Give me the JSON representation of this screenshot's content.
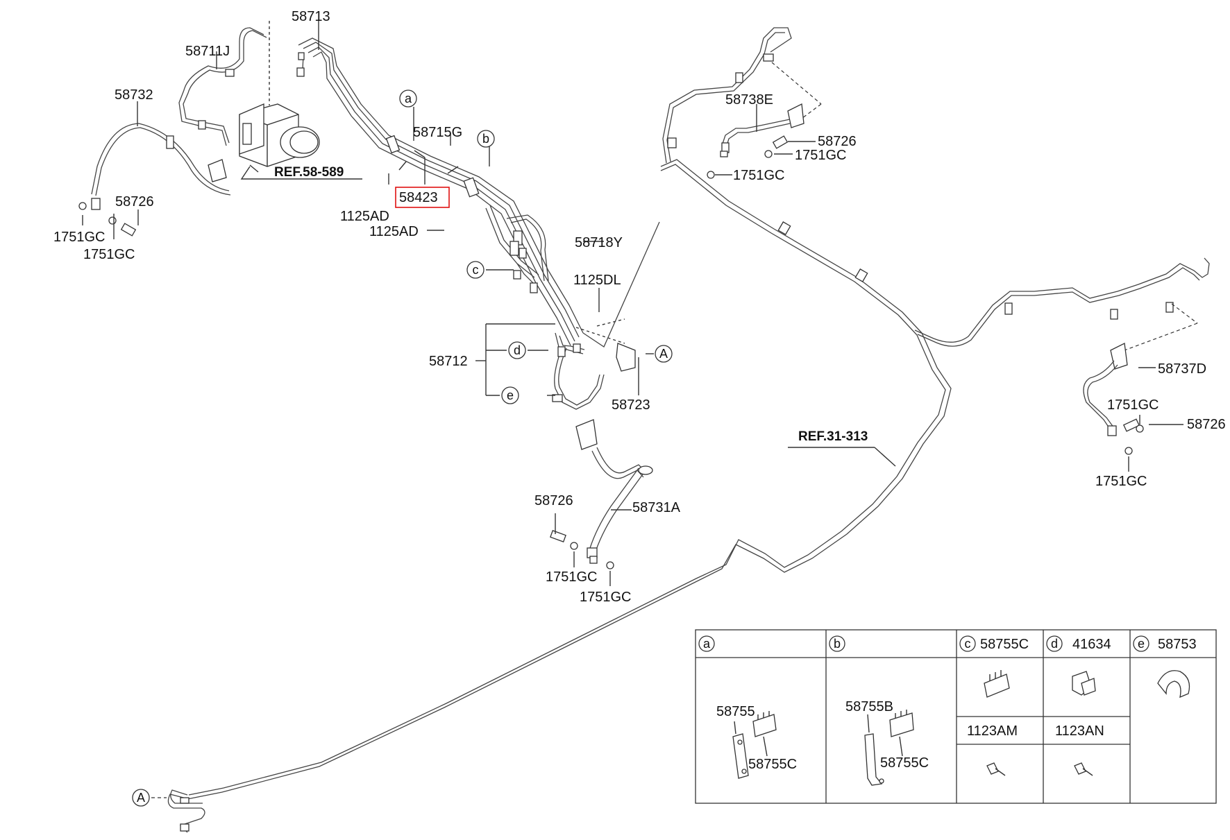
{
  "diagram": {
    "labels": {
      "p58713": "58713",
      "p58711j": "58711J",
      "p58732": "58732",
      "p58726_left": "58726",
      "p1751gc_left_a": "1751GC",
      "p1751gc_left_b": "1751GC",
      "ref58589": "REF.58-589",
      "p58715g": "58715G",
      "p58423": "58423",
      "p1125ad_a": "1125AD",
      "p1125ad_b": "1125AD",
      "p58718y": "58718Y",
      "p1125dl": "1125DL",
      "p58712": "58712",
      "p58723": "58723",
      "p58726_mid": "58726",
      "p58731a": "58731A",
      "p1751gc_mid_a": "1751GC",
      "p1751gc_mid_b": "1751GC",
      "p58738e": "58738E",
      "p58726_top": "58726",
      "p1751gc_top_a": "1751GC",
      "p1751gc_top_b": "1751GC",
      "ref31313": "REF.31-313",
      "p58737d": "58737D",
      "p1751gc_right_a": "1751GC",
      "p58726_right": "58726",
      "p1751gc_right_b": "1751GC"
    },
    "callouts": {
      "a": "a",
      "b": "b",
      "c": "c",
      "d": "d",
      "e": "e",
      "A_mid": "A",
      "A_bottom": "A"
    },
    "legend": {
      "col_a": {
        "letter": "a",
        "parts": [
          "58755",
          "58755C"
        ]
      },
      "col_b": {
        "letter": "b",
        "parts": [
          "58755B",
          "58755C"
        ]
      },
      "col_c": {
        "letter": "c",
        "part": "58755C",
        "sub": "1123AM"
      },
      "col_d": {
        "letter": "d",
        "part": "41634",
        "sub": "1123AN"
      },
      "col_e": {
        "letter": "e",
        "part": "58753"
      }
    },
    "highlight_color": "#e01010"
  }
}
